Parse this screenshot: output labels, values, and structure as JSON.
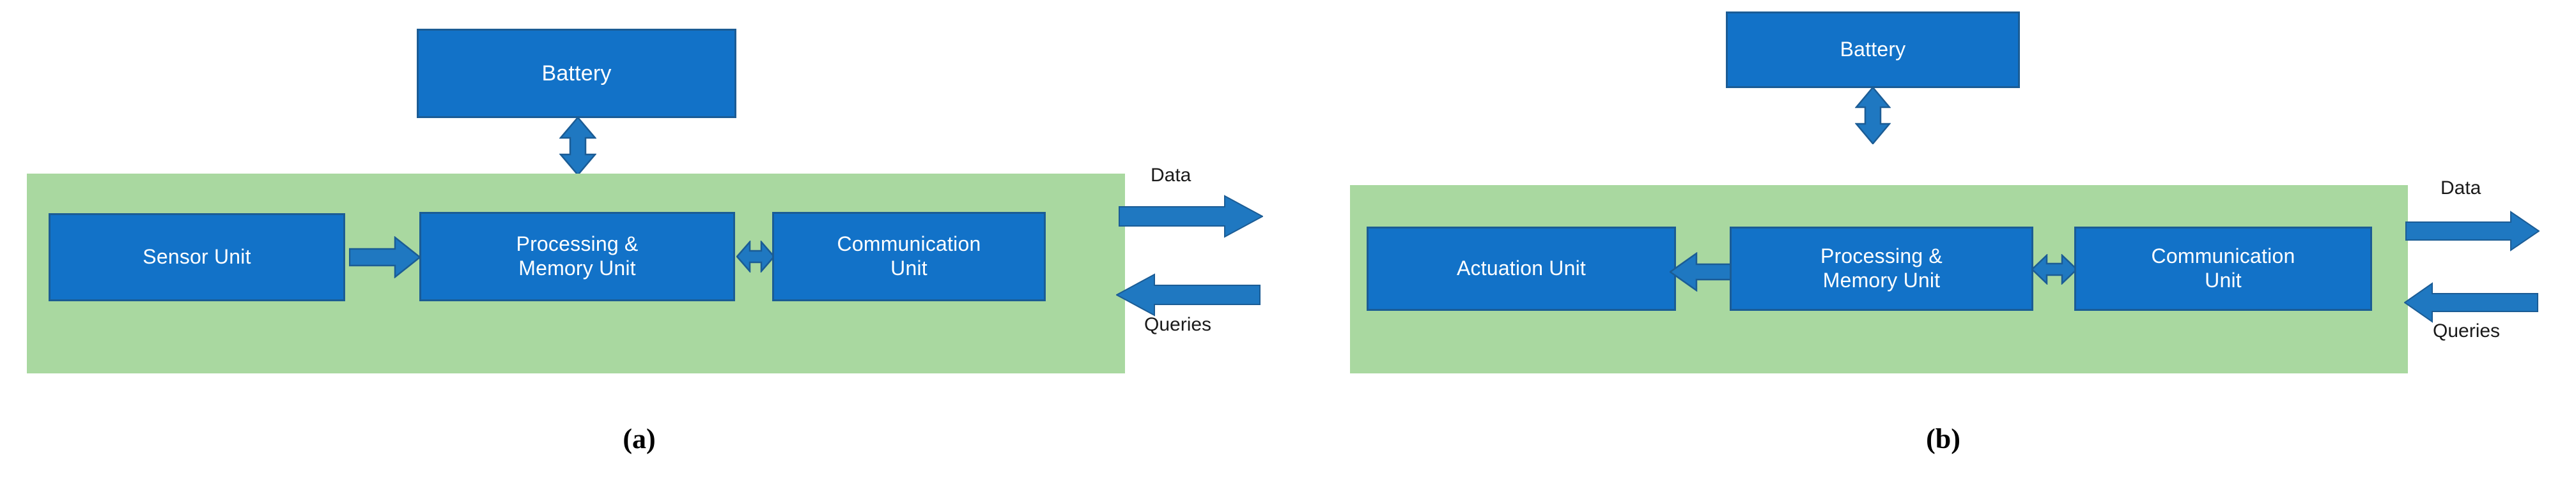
{
  "figure": {
    "background_color": "#ffffff",
    "panel_color": "#a9d8a0",
    "node_fill": "#1272c8",
    "node_stroke": "#1b5c95",
    "arrow_fill": "#1f78c1",
    "arrow_stroke": "#1b5c95",
    "label_color": "#1a1a1a"
  },
  "panels": [
    {
      "id": "a",
      "caption": "(a)",
      "battery": {
        "label": "Battery"
      },
      "nodes": [
        {
          "id": "sensor",
          "label": "Sensor Unit"
        },
        {
          "id": "processing",
          "label": "Processing &\nMemory Unit"
        },
        {
          "id": "communication",
          "label": "Communication\nUnit"
        }
      ],
      "flows": [
        {
          "id": "data",
          "label": "Data",
          "direction": "right"
        },
        {
          "id": "queries",
          "label": "Queries",
          "direction": "left"
        }
      ],
      "internal_links": [
        {
          "from": "sensor",
          "to": "processing",
          "direction": "right"
        },
        {
          "from": "processing",
          "to": "communication",
          "direction": "both"
        },
        {
          "from": "battery",
          "to": "panel",
          "direction": "both"
        }
      ]
    },
    {
      "id": "b",
      "caption": "(b)",
      "battery": {
        "label": "Battery"
      },
      "nodes": [
        {
          "id": "actuation",
          "label": "Actuation Unit"
        },
        {
          "id": "processing",
          "label": "Processing &\nMemory Unit"
        },
        {
          "id": "communication",
          "label": "Communication\nUnit"
        }
      ],
      "flows": [
        {
          "id": "data",
          "label": "Data",
          "direction": "right"
        },
        {
          "id": "queries",
          "label": "Queries",
          "direction": "left"
        }
      ],
      "internal_links": [
        {
          "from": "processing",
          "to": "actuation",
          "direction": "left"
        },
        {
          "from": "processing",
          "to": "communication",
          "direction": "both"
        },
        {
          "from": "battery",
          "to": "panel",
          "direction": "both"
        }
      ]
    }
  ]
}
